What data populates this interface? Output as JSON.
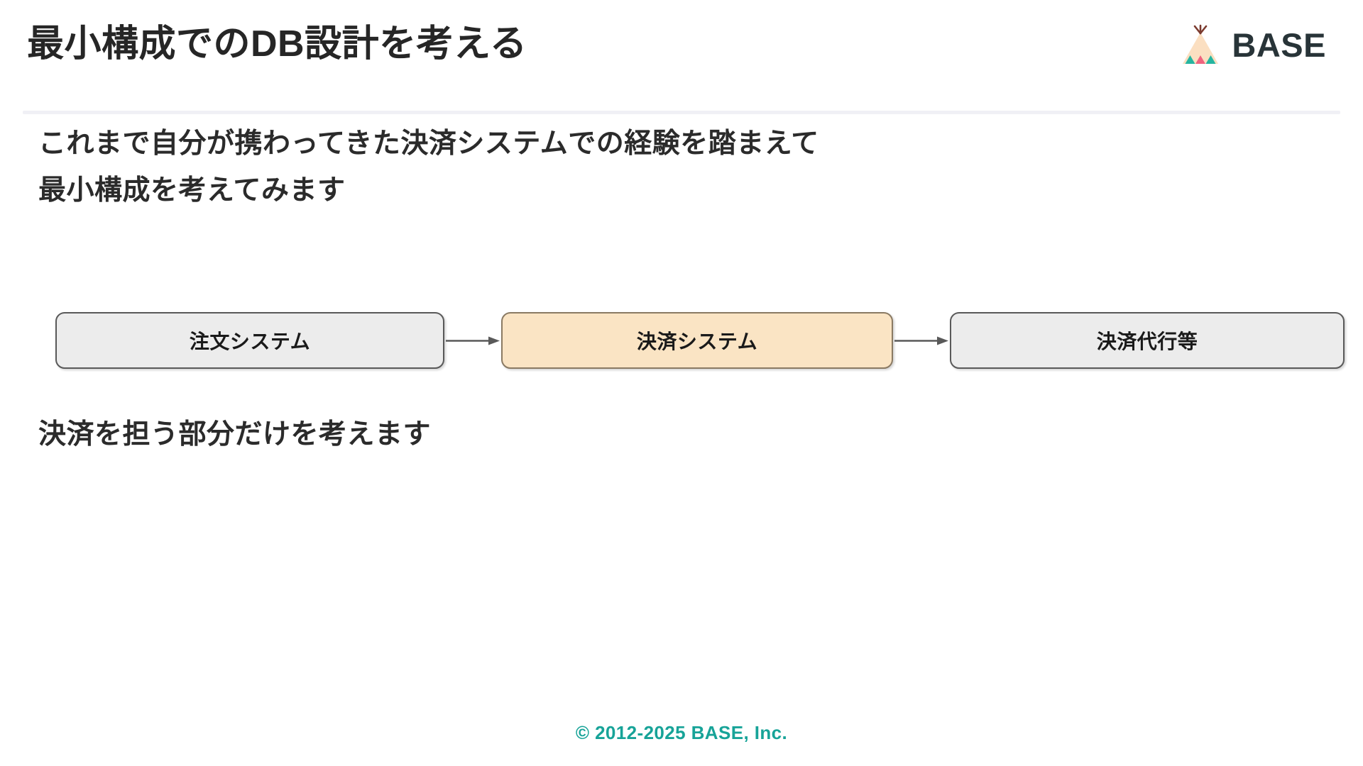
{
  "slide": {
    "title": "最小構成でのDB設計を考える",
    "lead_lines": [
      "これまで自分が携わってきた決済システムでの経験を踏まえて",
      "最小構成を考えてみます"
    ],
    "caption": "決済を担う部分だけを考えます"
  },
  "brand": {
    "wordmark": "BASE",
    "mark_icon": "teepee-icon",
    "wordmark_color": "#283438",
    "tent_body_color": "#fbdfc1",
    "tent_pole_color": "#7b3a2e",
    "tent_accent_teal": "#26b5a0",
    "tent_accent_pink": "#f0637f"
  },
  "flow": {
    "orientation": "horizontal",
    "arrow_color": "#595959",
    "nodes": [
      {
        "id": "order-system",
        "label": "注文システム",
        "fill": "#ececec",
        "border": "#595959",
        "highlighted": false
      },
      {
        "id": "payment-system",
        "label": "決済システム",
        "fill": "#fae4c4",
        "border": "#8a7a63",
        "highlighted": true
      },
      {
        "id": "payment-gateway",
        "label": "決済代行等",
        "fill": "#ececec",
        "border": "#595959",
        "highlighted": false
      }
    ],
    "arrows": [
      {
        "from": "order-system",
        "to": "payment-system"
      },
      {
        "from": "payment-system",
        "to": "payment-gateway"
      }
    ]
  },
  "footer": {
    "copyright": "© 2012-2025 BASE, Inc.",
    "color": "#17a398"
  }
}
